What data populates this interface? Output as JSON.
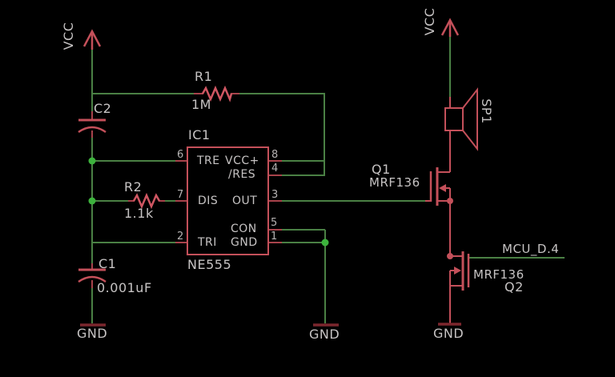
{
  "colors": {
    "background": "#000000",
    "wire": "#4a8044",
    "junction": "#3db33d",
    "symbol": "#c4505a",
    "symbol_bright": "#d05763",
    "stub": "#a8434b",
    "gnd_bar": "#7c272e",
    "text": "#c6c3c3",
    "pin_text": "#b5b2b2"
  },
  "power": {
    "vcc_left": "VCC",
    "vcc_right": "VCC",
    "gnd_c1": "GND",
    "gnd_ic": "GND",
    "gnd_q2": "GND"
  },
  "net_label": {
    "mcu": "MCU_D.4"
  },
  "components": {
    "c2": {
      "name": "C2"
    },
    "c1": {
      "name": "C1",
      "value": "0.001uF"
    },
    "r1": {
      "name": "R1",
      "value": "1M"
    },
    "r2": {
      "name": "R2",
      "value": "1.1k"
    },
    "sp1": {
      "name": "SP1"
    },
    "q1": {
      "name": "Q1",
      "value": "MRF136"
    },
    "q2": {
      "name": "Q2",
      "value": "MRF136"
    },
    "ic1": {
      "name": "IC1",
      "part": "NE555",
      "pin_numbers": {
        "p6": "6",
        "p7": "7",
        "p2": "2",
        "p8": "8",
        "p4": "4",
        "p3": "3",
        "p5": "5",
        "p1": "1"
      },
      "pin_names": {
        "tre": "TRE",
        "vccplus": "VCC+",
        "res": "/RES",
        "dis": "DIS",
        "out": "OUT",
        "con": "CON",
        "tri": "TRI",
        "gnd": "GND"
      }
    }
  }
}
